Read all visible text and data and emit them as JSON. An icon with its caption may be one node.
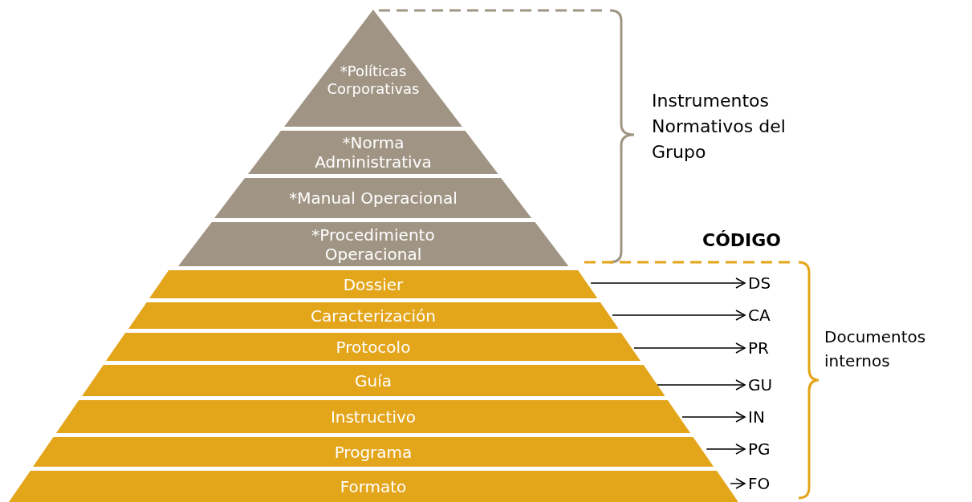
{
  "diagram": {
    "nodes": [
      {
        "text": [
          "*Políticas Corporativas"
        ]
      },
      {
        "text": [
          "*Norma Administrativa"
        ]
      },
      {
        "text": [
          "*Manual Operacional"
        ]
      },
      {
        "text": [
          "*Procedimiento Operacional"
        ]
      },
      {
        "text": [
          "Dossier"
        ]
      },
      {
        "text": [
          "Caracterización"
        ]
      },
      {
        "text": [
          "Protocolo"
        ]
      },
      {
        "text": [
          "Guía"
        ]
      },
      {
        "text": [
          "Instructivo"
        ]
      },
      {
        "text": [
          "Programa"
        ]
      },
      {
        "text": [
          "Formato"
        ]
      },
      {
        "text": [
          "DS"
        ]
      },
      {
        "text": [
          "CA"
        ]
      },
      {
        "text": [
          "PR"
        ]
      },
      {
        "text": [
          "GU"
        ]
      },
      {
        "text": [
          "IN"
        ]
      },
      {
        "text": [
          "PG"
        ]
      },
      {
        "text": [
          "FO"
        ]
      }
    ],
    "edges": [
      {
        "from": 4,
        "to": 11,
        "arrow": "to"
      },
      {
        "from": 5,
        "to": 12,
        "arrow": "to"
      },
      {
        "from": 6,
        "to": 13,
        "arrow": "to"
      },
      {
        "from": 7,
        "to": 14,
        "arrow": "to"
      },
      {
        "from": 8,
        "to": 15,
        "arrow": "to"
      },
      {
        "from": 9,
        "to": 16,
        "arrow": "to"
      },
      {
        "from": 10,
        "to": 17,
        "arrow": "to"
      }
    ],
    "labels": [
      "CÓDIGO",
      "Instrumentos Normativos del Grupo",
      "Documentos internos"
    ]
  }
}
